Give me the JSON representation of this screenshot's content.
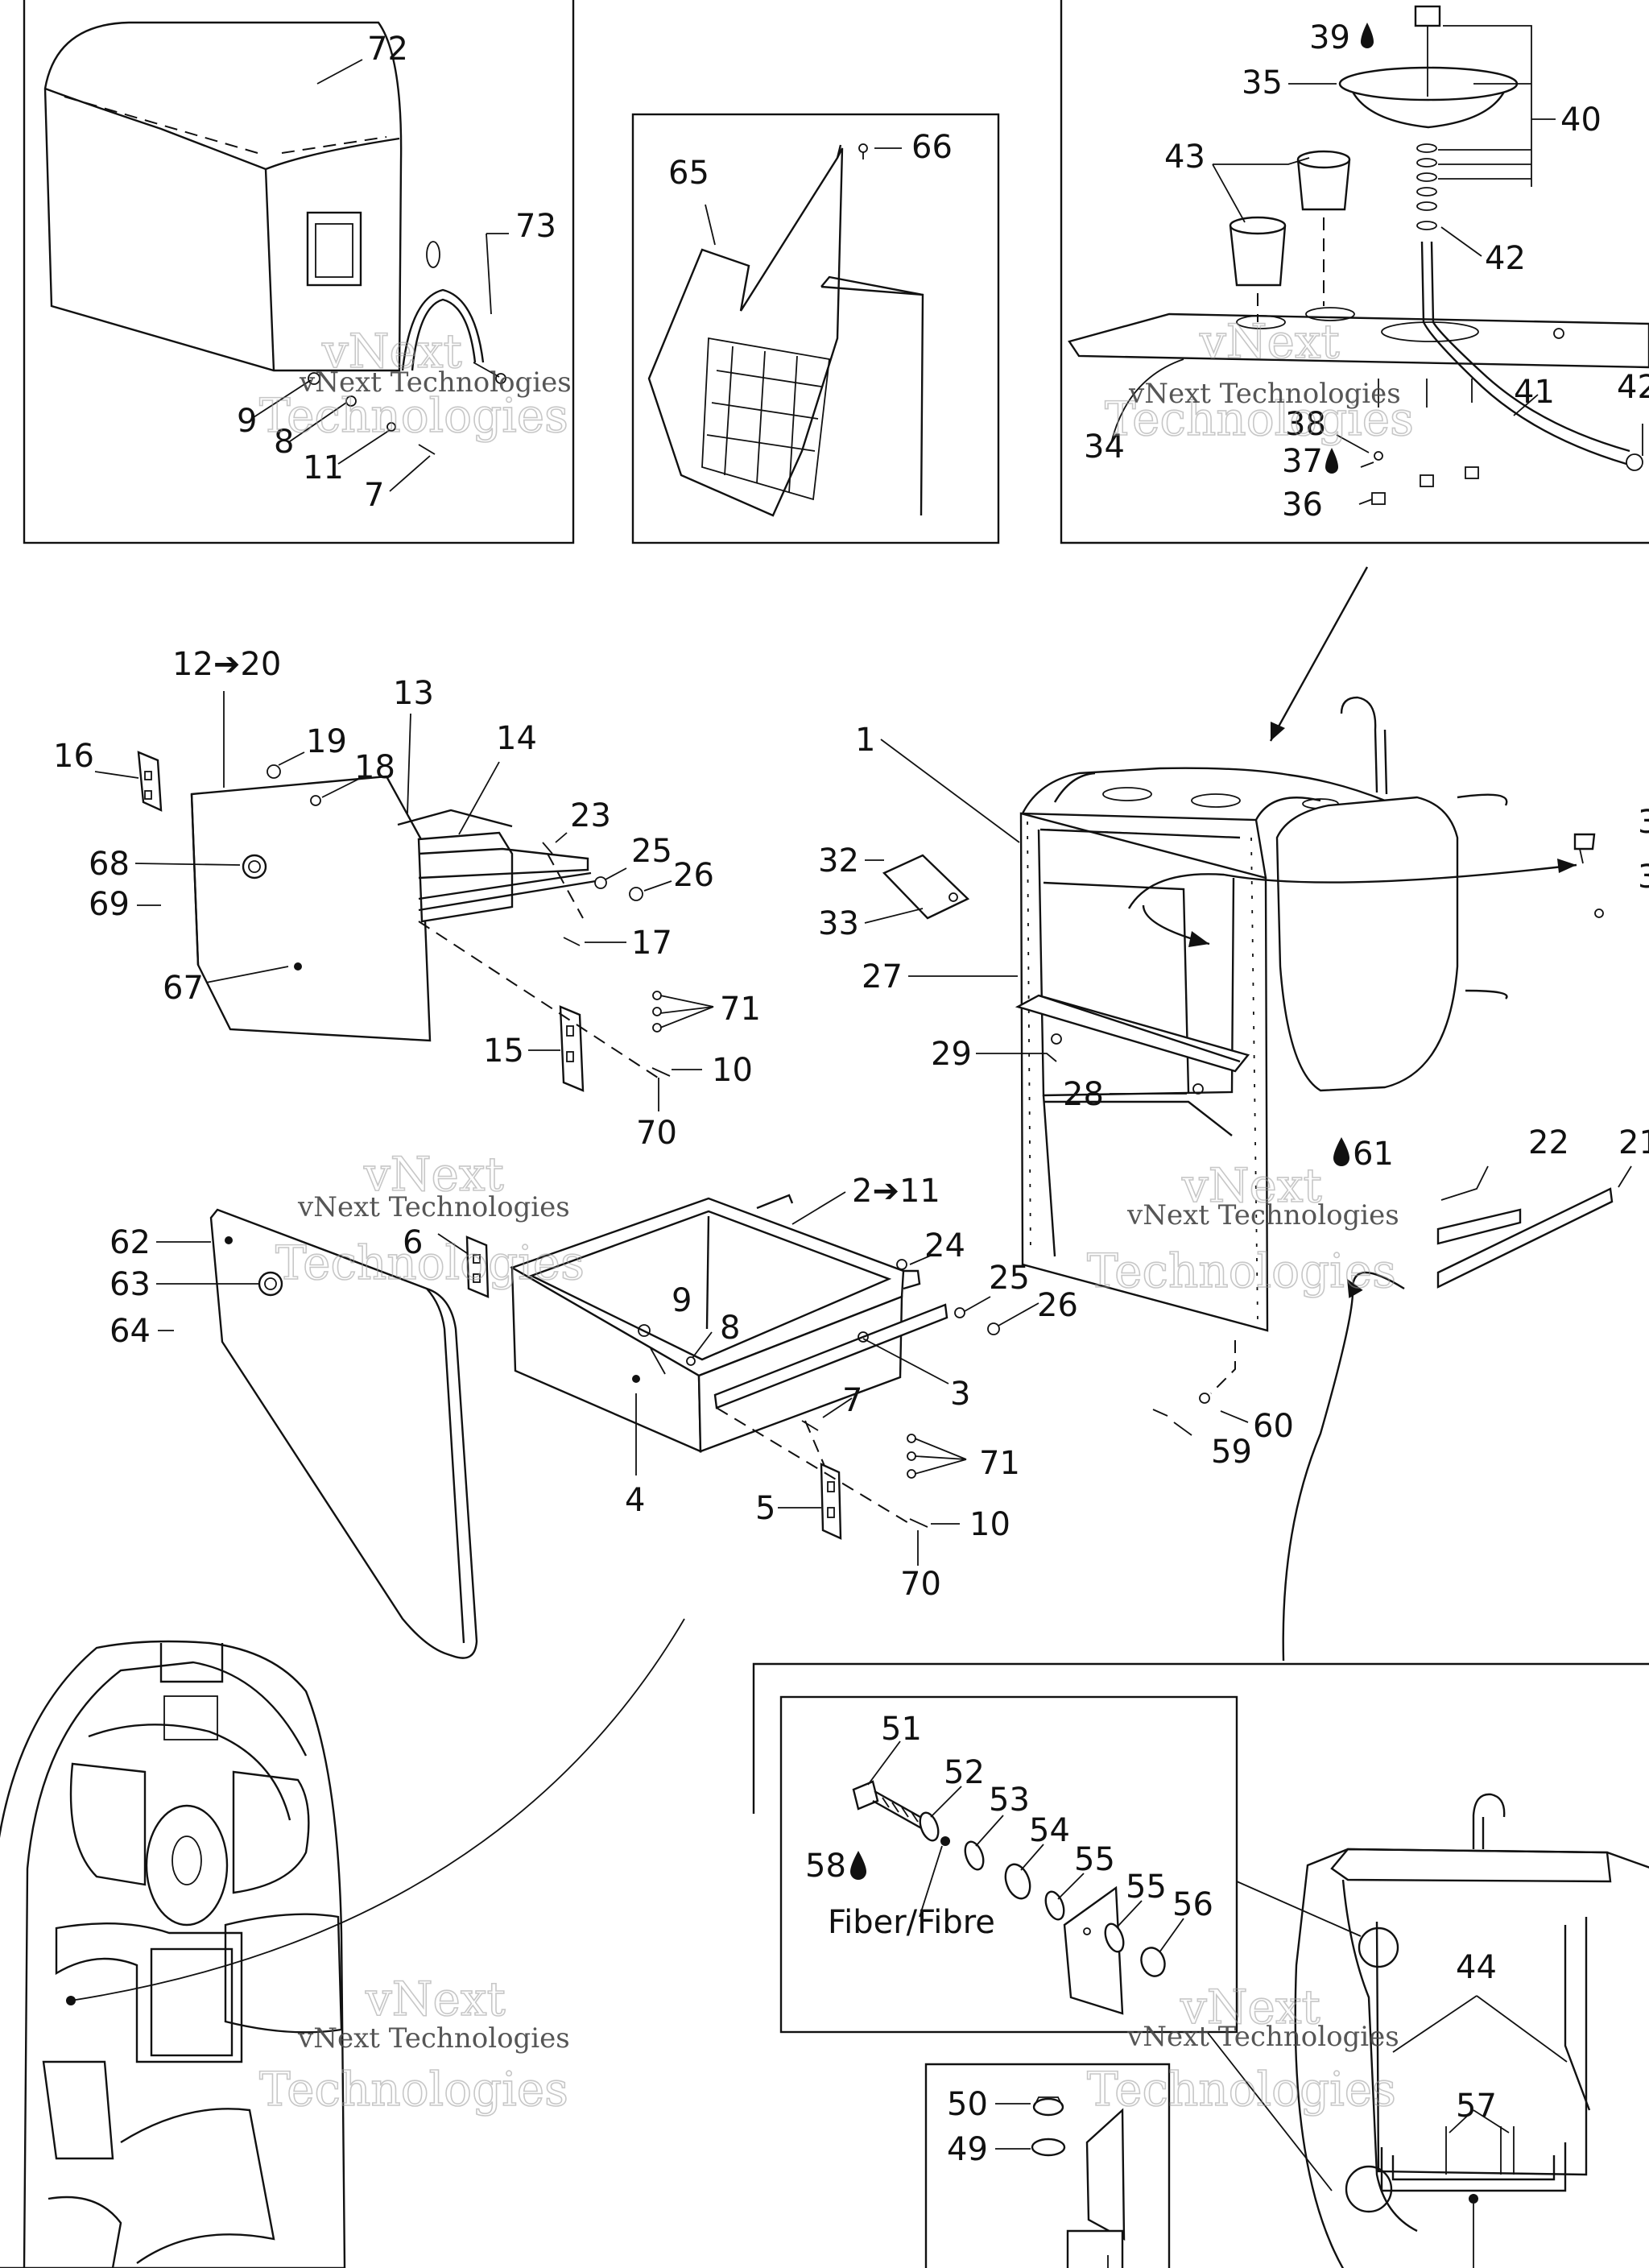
{
  "diagram": {
    "labels": {
      "l72": "72",
      "l73": "73",
      "l9a": "9",
      "l8a": "8",
      "l11a": "11",
      "l7a": "7",
      "l65": "65",
      "l66": "66",
      "l39": "39",
      "l35": "35",
      "l40": "40",
      "l43": "43",
      "l42a": "42",
      "l41": "41",
      "l42b": "42",
      "l38": "38",
      "l37": "37",
      "l36": "36",
      "l34": "34",
      "l12_20": "12➔20",
      "l13": "13",
      "l14": "14",
      "l16": "16",
      "l19": "19",
      "l18": "18",
      "l23": "23",
      "l25a": "25",
      "l26a": "26",
      "l68": "68",
      "l69": "69",
      "l17": "17",
      "l67": "67",
      "l71a": "71",
      "l15": "15",
      "l10a": "10",
      "l70a": "70",
      "l1": "1",
      "l32": "32",
      "l33": "33",
      "l27": "27",
      "l29": "29",
      "l28": "28",
      "l61": "61",
      "l3a": "3",
      "l3b": "3",
      "l22": "22",
      "l21": "21",
      "l62": "62",
      "l63": "63",
      "l64": "64",
      "l6": "6",
      "l2_11": "2➔11",
      "l24": "24",
      "l25b": "25",
      "l26b": "26",
      "l9b": "9",
      "l8b": "8",
      "l7b": "7",
      "l3c": "3",
      "l4": "4",
      "l71b": "71",
      "l5": "5",
      "l10b": "10",
      "l70b": "70",
      "l60": "60",
      "l59": "59",
      "l51": "51",
      "l52": "52",
      "l53": "53",
      "l54": "54",
      "l55a": "55",
      "l55b": "55",
      "l56": "56",
      "l58": "58",
      "fiber": "Fiber/Fibre",
      "l44": "44",
      "l57": "57",
      "l50": "50",
      "l49": "49"
    },
    "watermark": {
      "big": "vNext",
      "line2": "Technologies",
      "small": "vNext Technologies"
    },
    "icons": [
      "drop-icon"
    ]
  }
}
